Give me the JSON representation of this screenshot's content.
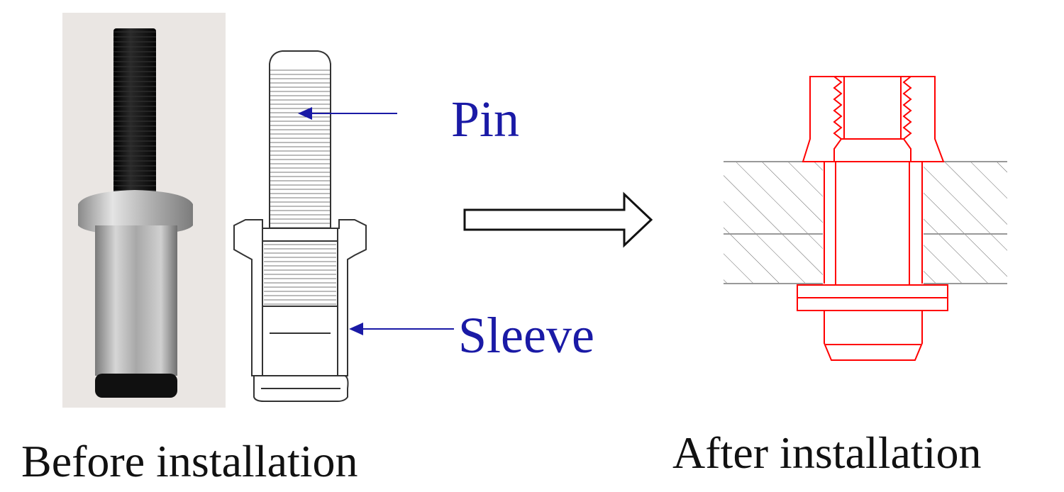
{
  "labels": {
    "pin": "Pin",
    "sleeve": "Sleeve",
    "before": "Before installation",
    "after": "After installation"
  },
  "colors": {
    "label_blue": "#1a1aa6",
    "after_red": "#ff0000",
    "line_gray": "#333333",
    "photo_bg": "#eae6e3",
    "pin_black": "#151515"
  },
  "icons": {
    "pin_pointer": "left-arrow",
    "sleeve_pointer": "left-arrow",
    "process_arrow": "hollow-right-arrow"
  }
}
